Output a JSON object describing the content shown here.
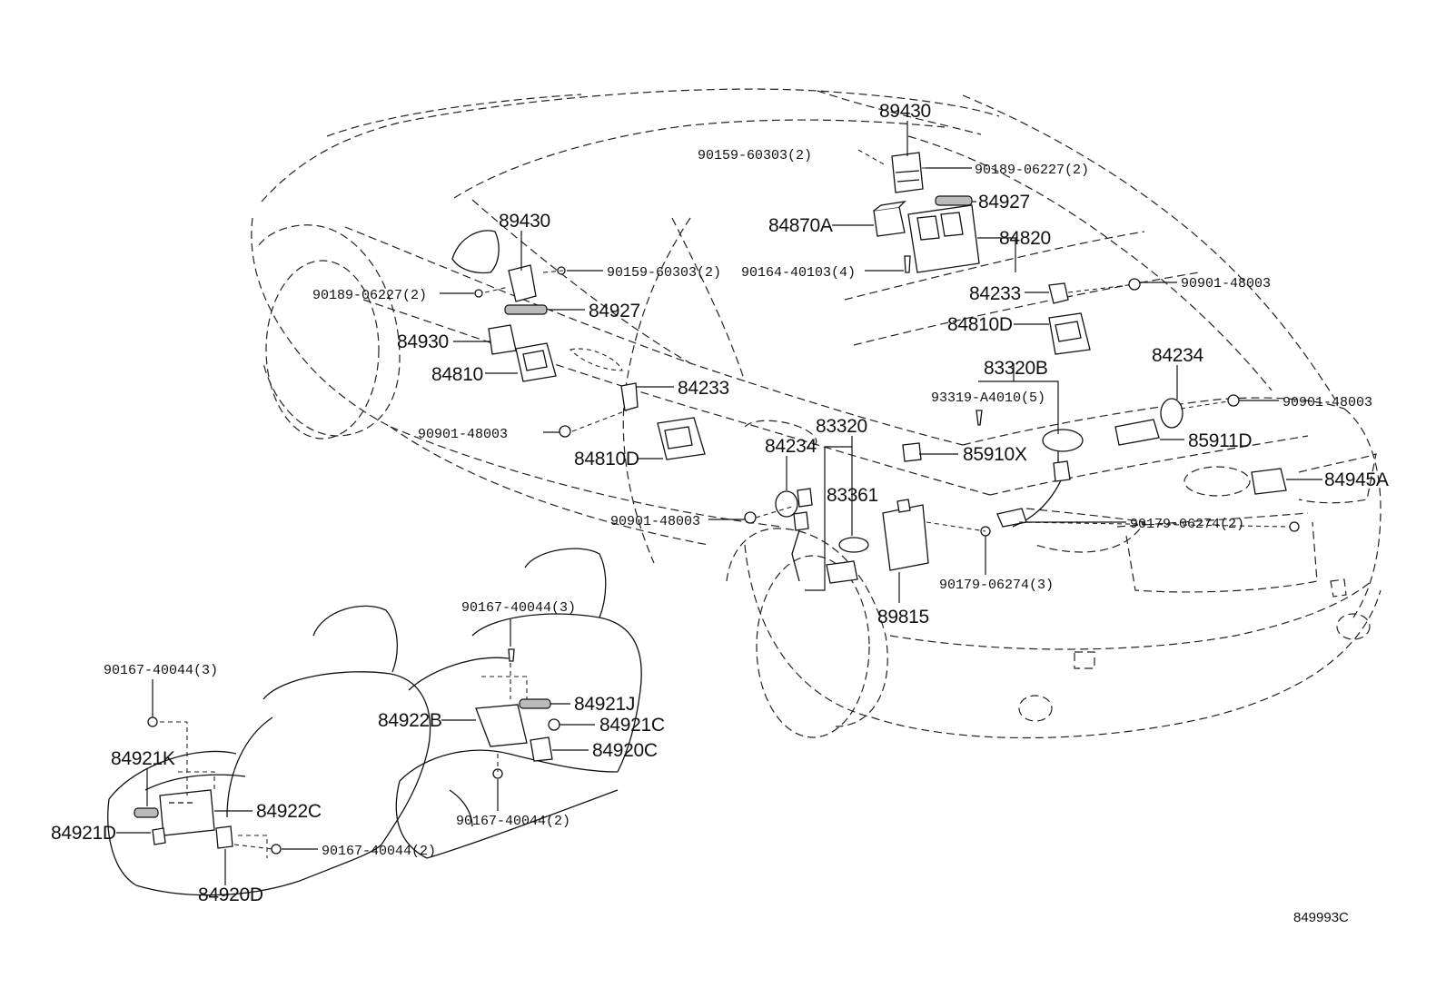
{
  "diagram": {
    "reference_code": "849993C",
    "labels": {
      "l_89430_top": "89430",
      "l_90159_top": "90159-60303(2)",
      "l_90189_top": "90189-06227(2)",
      "l_84927_top": "84927",
      "l_84870A": "84870A",
      "l_84820": "84820",
      "l_90164": "90164-40103(4)",
      "l_84233_right": "84233",
      "l_90901_r1": "90901-48003",
      "l_84810D_right": "84810D",
      "l_83320B": "83320B",
      "l_84234_right": "84234",
      "l_93319": "93319-A4010(5)",
      "l_90901_r2": "90901-48003",
      "l_85911D": "85911D",
      "l_84945A": "84945A",
      "l_90179_2": "90179-06274(2)",
      "l_89430_left": "89430",
      "l_90159_left": "90159-60303(2)",
      "l_90189_left": "90189-06227(2)",
      "l_84927_left": "84927",
      "l_84930": "84930",
      "l_84810": "84810",
      "l_84233_left": "84233",
      "l_90901_left": "90901-48003",
      "l_84810D_left": "84810D",
      "l_83320": "83320",
      "l_84234_left": "84234",
      "l_85910X": "85910X",
      "l_83361": "83361",
      "l_90901_mid": "90901-48003",
      "l_90179_3": "90179-06274(3)",
      "l_89815": "89815",
      "l_90167_a": "90167-40044(3)",
      "l_90167_b": "90167-40044(3)",
      "l_84921J": "84921J",
      "l_84922B": "84922B",
      "l_84921C": "84921C",
      "l_84920C": "84920C",
      "l_84921K": "84921K",
      "l_84922C": "84922C",
      "l_90167_c": "90167-40044(2)",
      "l_84921D": "84921D",
      "l_90167_d": "90167-40044(2)",
      "l_84920D": "84920D"
    }
  }
}
